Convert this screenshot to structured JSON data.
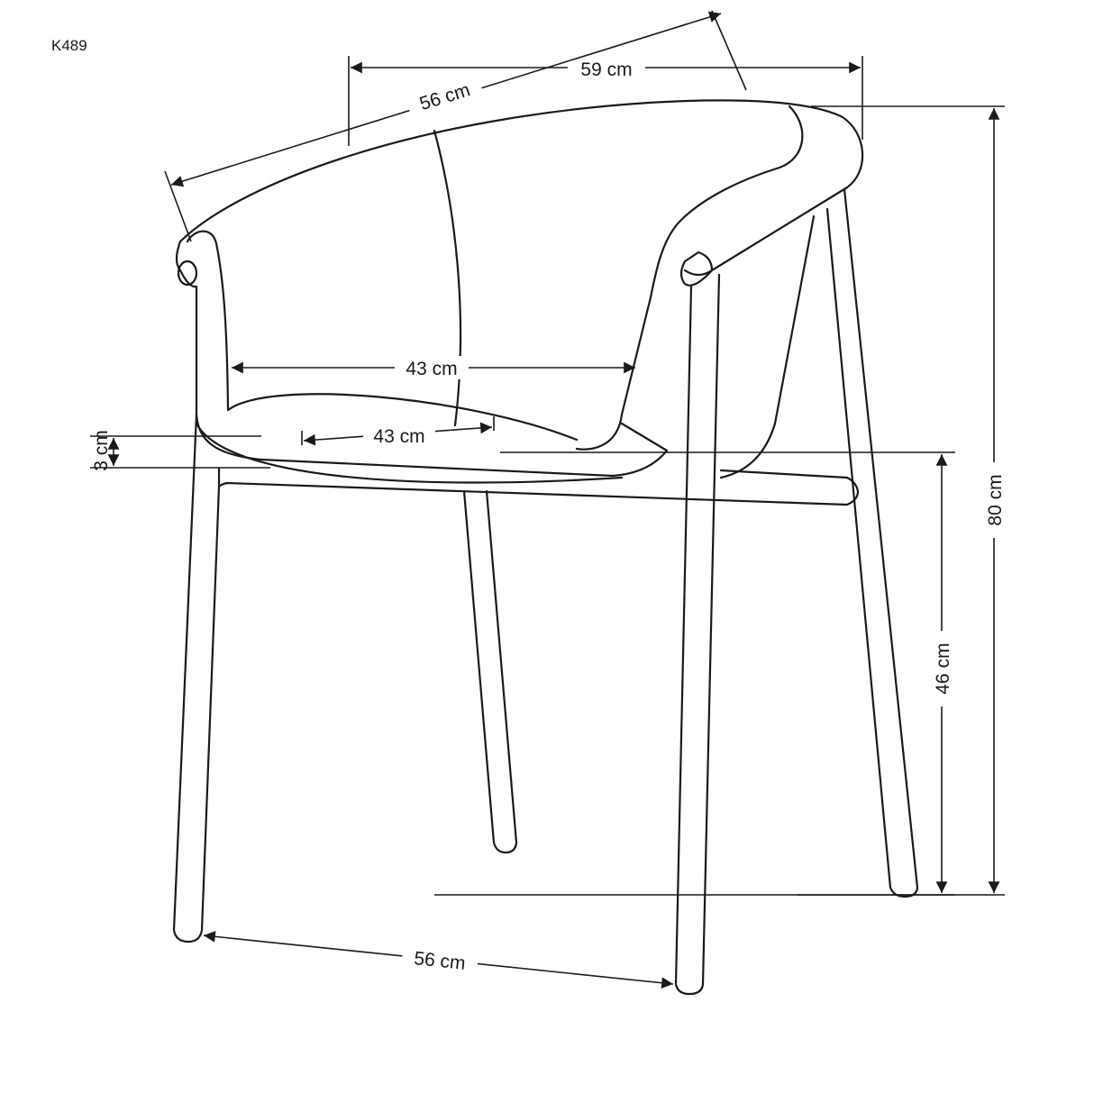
{
  "product_code": "K489",
  "dimensions": {
    "overall_width": "59 cm",
    "backrest_arc_width": "56 cm",
    "seat_width": "43 cm",
    "seat_depth": "43 cm",
    "seat_thickness": "3 cm",
    "total_height": "80 cm",
    "seat_height": "46 cm",
    "leg_span": "56 cm"
  }
}
